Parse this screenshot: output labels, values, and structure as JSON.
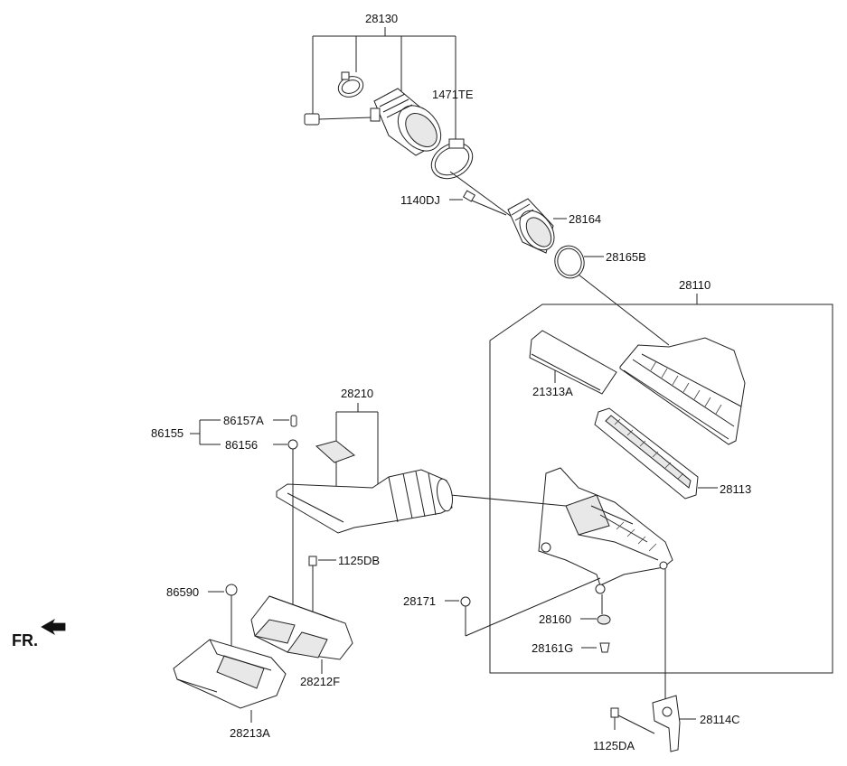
{
  "labels": {
    "p28130": "28130",
    "p1471TE": "1471TE",
    "p1140DJ": "1140DJ",
    "p28164": "28164",
    "p28165B": "28165B",
    "p28110": "28110",
    "p21313A": "21313A",
    "p28113": "28113",
    "p28210": "28210",
    "p86157A": "86157A",
    "p86155": "86155",
    "p86156": "86156",
    "p1125DB": "1125DB",
    "p86590": "86590",
    "p28171": "28171",
    "p28160": "28160",
    "p28161G": "28161G",
    "p28212F": "28212F",
    "p28213A": "28213A",
    "p28114C": "28114C",
    "p1125DA": "1125DA"
  },
  "direction_marker": {
    "text": "FR.",
    "icon": "front-arrow-icon"
  }
}
